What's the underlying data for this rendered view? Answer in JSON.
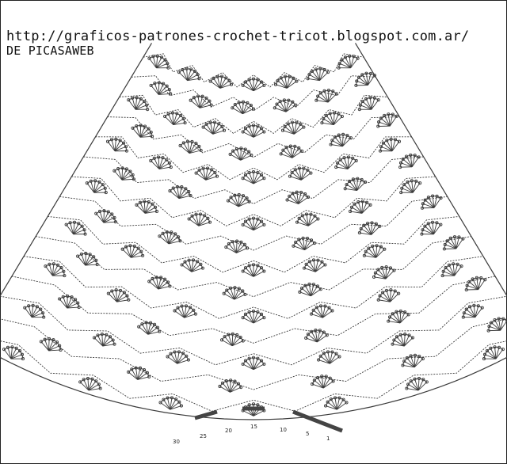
{
  "header": {
    "url": "http://graficos-patrones-crochet-tricot.blogspot.com.ar/",
    "credit": "DE PICASAWEB"
  },
  "diagram": {
    "type": "crochet-fan-chart",
    "row_labels": [
      "30",
      "25",
      "20",
      "15",
      "10",
      "5",
      "1"
    ],
    "colors": {
      "ink": "#3a3a3a",
      "marker": "#444444",
      "background": "#ffffff"
    }
  }
}
